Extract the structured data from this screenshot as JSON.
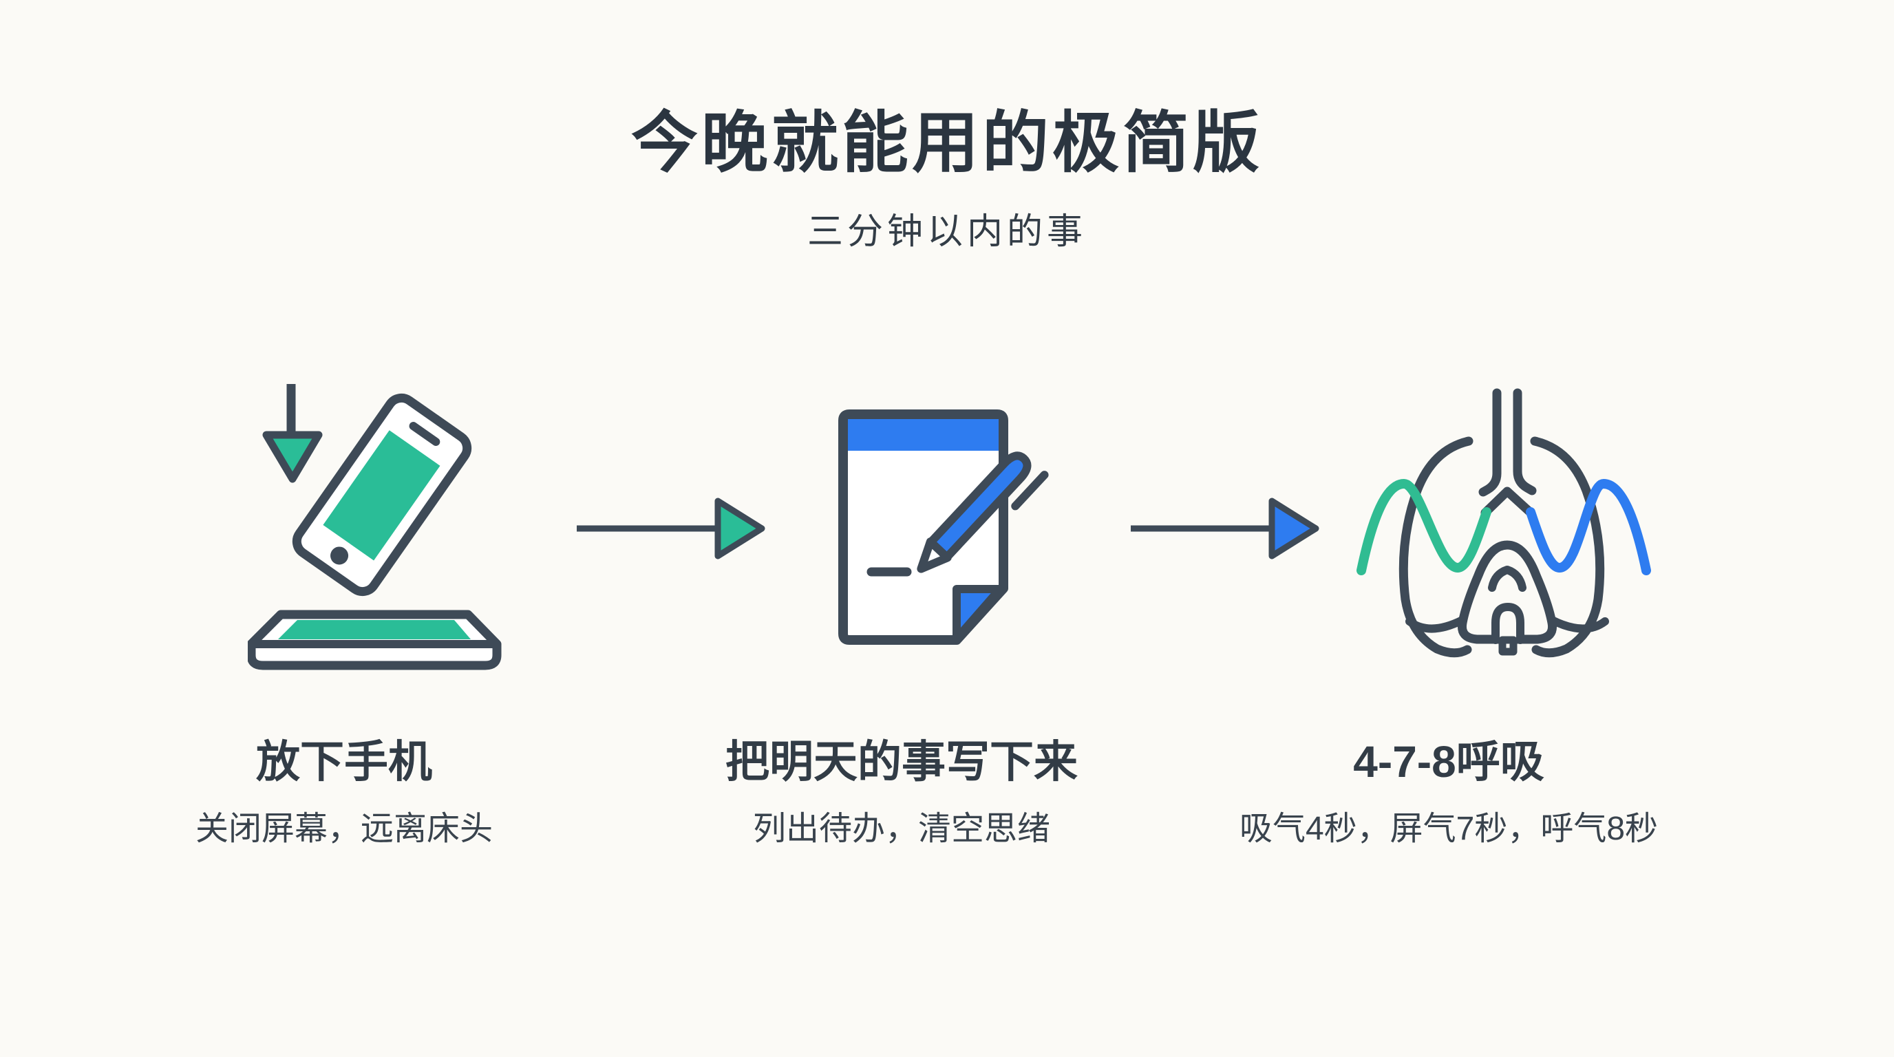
{
  "page": {
    "title": "今晚就能用的极简版",
    "subtitle": "三分钟以内的事",
    "background_color": "#fbfaf6",
    "text_color": "#2b3540"
  },
  "colors": {
    "outline_dark": "#3e4a57",
    "teal_accent": "#2abd97",
    "blue_accent": "#2e7cf0"
  },
  "steps": [
    {
      "icon": "phone-put-down-icon",
      "title": "放下手机",
      "description": "关闭屏幕，远离床头",
      "accent": "#2abd97"
    },
    {
      "icon": "notepad-pen-icon",
      "title": "把明天的事写下来",
      "description": "列出待办，清空思绪",
      "accent": "#2e7cf0"
    },
    {
      "icon": "lungs-breathing-icon",
      "title": "4-7-8呼吸",
      "description": "吸气4秒，屏气7秒，呼气8秒",
      "accent": "#2e7cf0"
    }
  ],
  "arrows": [
    {
      "from": "放下手机",
      "to": "把明天的事写下来",
      "head_color": "#2abd97"
    },
    {
      "from": "把明天的事写下来",
      "to": "4-7-8呼吸",
      "head_color": "#2e7cf0"
    }
  ]
}
